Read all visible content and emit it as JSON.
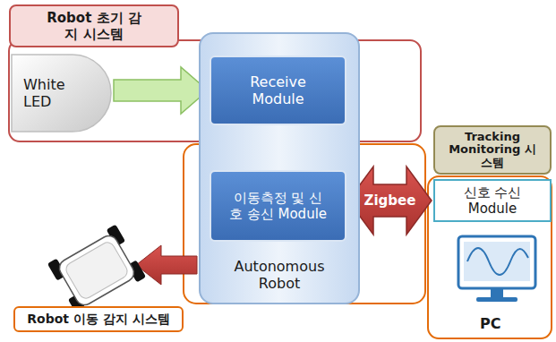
{
  "diagram": {
    "nodes": [
      {
        "text": [
          "Robot 초기 감지 시스템"
        ]
      },
      {
        "text": [
          "White LED"
        ]
      },
      {
        "text": [
          "Autonomous Robot"
        ]
      },
      {
        "text": [
          "Receive Module"
        ],
        "in": 2
      },
      {
        "text": [
          "이동측정 및 신호 송신 Module"
        ],
        "in": 2
      },
      {
        "text": [
          "Tracking Monitoring 시스템"
        ]
      },
      {
        "text": [
          "신호 수신 Module"
        ]
      },
      {
        "text": [
          "Robot 이동 감지 시스템"
        ]
      }
    ],
    "edges": [
      {
        "from": 1,
        "to": 3,
        "arrow": "to"
      },
      {
        "from": 4,
        "to": 6,
        "label": "Zigbee",
        "arrow": "both"
      }
    ],
    "labels": [
      "PC"
    ]
  }
}
